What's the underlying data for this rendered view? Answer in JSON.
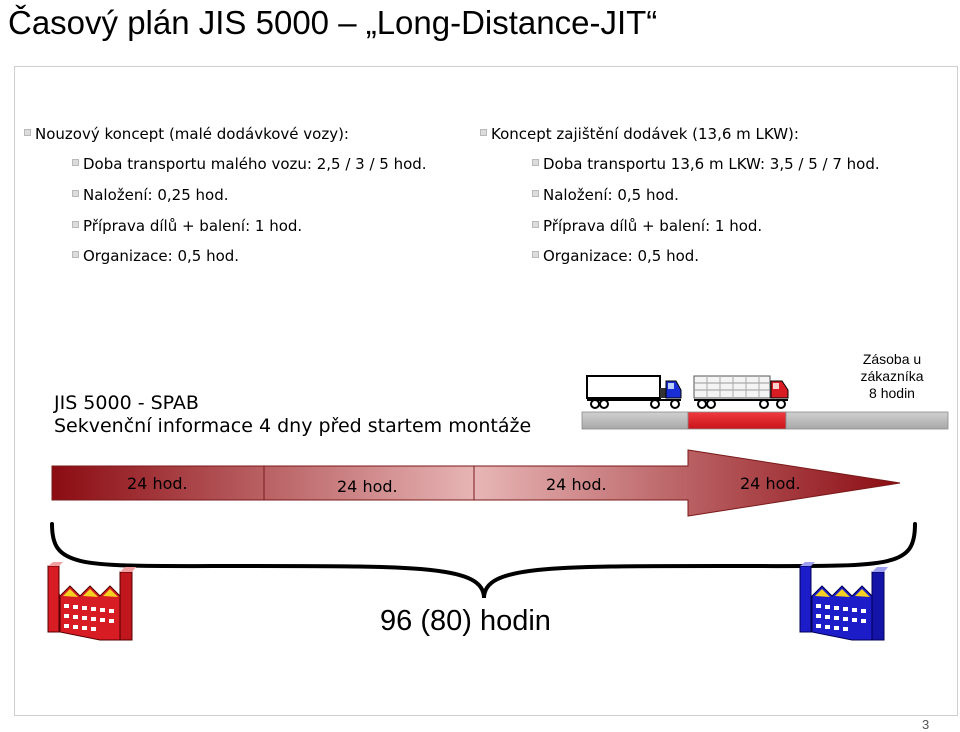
{
  "title": "Časový plán JIS 5000 – „Long-Distance-JIT“",
  "left_column": {
    "heading": "Nouzový koncept (malé dodávkové vozy):",
    "items": [
      "Doba transportu malého vozu: 2,5 / 3 / 5 hod.",
      "Naložení: 0,25 hod.",
      "Příprava dílů + balení: 1 hod.",
      "Organizace: 0,5 hod."
    ]
  },
  "right_column": {
    "heading": "Koncept zajištění dodávek (13,6 m LKW):",
    "items": [
      "Doba transportu 13,6 m LKW: 3,5 / 5 / 7 hod.",
      "Naložení: 0,5 hod.",
      "Příprava dílů + balení: 1 hod.",
      "Organizace: 0,5 hod."
    ]
  },
  "jis_block": {
    "line1": "JIS 5000 - SPAB",
    "line2": "Sekvenční informace 4 dny před startem montáže"
  },
  "stock_label": [
    "Zásoba u",
    "zákazníka",
    "8 hodin"
  ],
  "timeline_segments": [
    "24 hod.",
    "24 hod.",
    "24 hod.",
    "24 hod."
  ],
  "total_label": "96 (80) hodin",
  "page_number": "3",
  "colors": {
    "arrow_dark": "#8b0c12",
    "arrow_light": "#e7b5b5",
    "bar_red": "#e8141b",
    "bar_gray": "#b7b7b7",
    "factory_left": "#d81c24",
    "factory_right": "#1c1cc8",
    "truck_cab_blue": "#1a2ed6",
    "truck_cab_red": "#d81c24"
  },
  "icons": [
    "factory-icon",
    "van-truck-icon",
    "lkw-truck-icon",
    "curly-brace"
  ]
}
